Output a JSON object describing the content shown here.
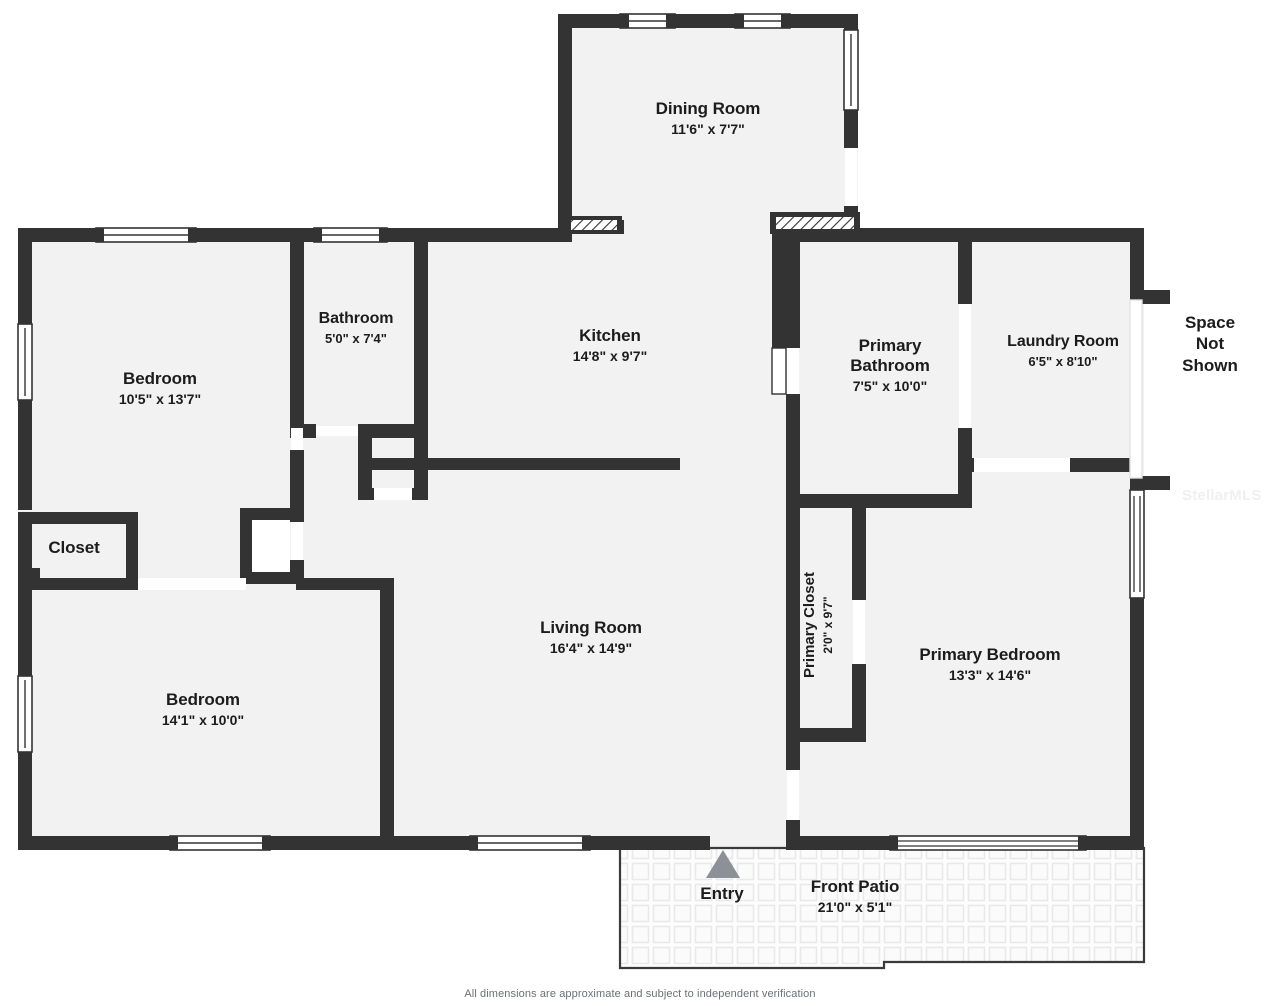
{
  "document": {
    "type": "floor-plan",
    "disclaimer": "All dimensions are approximate and subject to independent verification",
    "watermark": "StellarMLS"
  },
  "colors": {
    "wall": "#333333",
    "room_fill": "#f2f2f2",
    "patio_fill": "#fcfcfc",
    "patio_tile_line": "#e3e3e3",
    "entry_marker": "#8c9197",
    "text": "#1c1c1c",
    "disclaimer_text": "#6b6f74",
    "watermark_text": "#f0f0f0",
    "window_frame": "#333333",
    "window_fill": "#ffffff"
  },
  "rooms": [
    {
      "key": "dining_room",
      "name": "Dining Room",
      "dimensions": "11'6\" x 7'7\""
    },
    {
      "key": "bedroom_1",
      "name": "Bedroom",
      "dimensions": "10'5\" x 13'7\""
    },
    {
      "key": "bathroom",
      "name": "Bathroom",
      "dimensions": "5'0\" x 7'4\""
    },
    {
      "key": "kitchen",
      "name": "Kitchen",
      "dimensions": "14'8\" x 9'7\""
    },
    {
      "key": "primary_bathroom",
      "name": "Primary\nBathroom",
      "dimensions": "7'5\" x 10'0\""
    },
    {
      "key": "laundry_room",
      "name": "Laundry Room",
      "dimensions": "6'5\" x 8'10\""
    },
    {
      "key": "closet",
      "name": "Closet",
      "dimensions": ""
    },
    {
      "key": "living_room",
      "name": "Living Room",
      "dimensions": "16'4\" x 14'9\""
    },
    {
      "key": "bedroom_2",
      "name": "Bedroom",
      "dimensions": "14'1\" x 10'0\""
    },
    {
      "key": "primary_closet",
      "name": "Primary Closet",
      "dimensions": "2'0\" x 9'7\""
    },
    {
      "key": "primary_bedroom",
      "name": "Primary Bedroom",
      "dimensions": "13'3\" x 14'6\""
    },
    {
      "key": "front_patio",
      "name": "Front Patio",
      "dimensions": "21'0\" x 5'1\""
    }
  ],
  "annotations": {
    "space_not_shown": "Space Not\nShown",
    "entry": "Entry"
  }
}
